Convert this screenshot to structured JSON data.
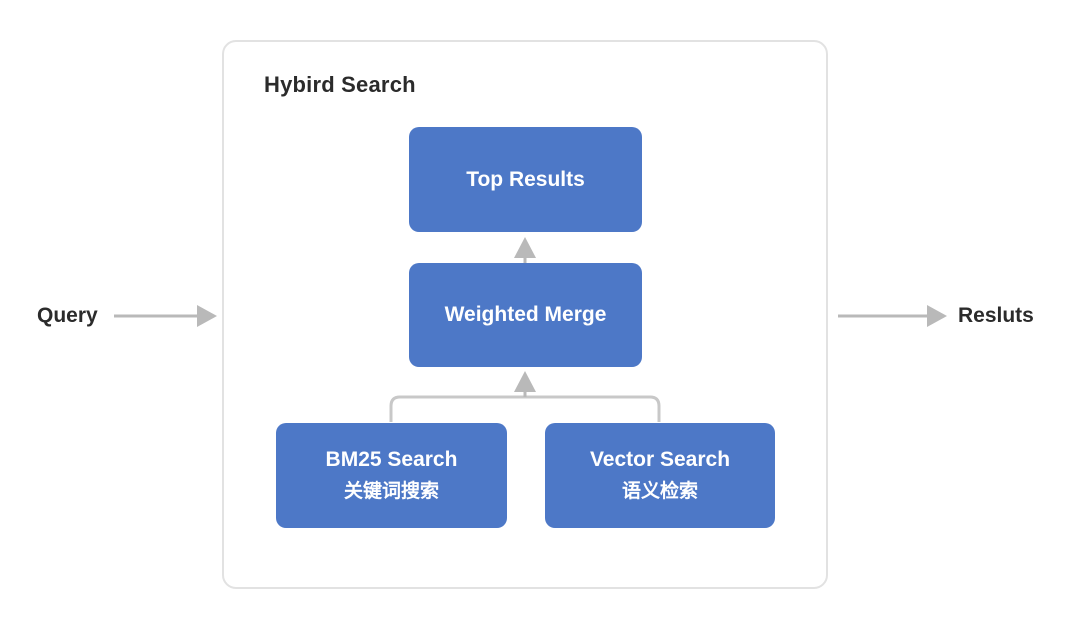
{
  "title": "Hybird Search",
  "io": {
    "input_label": "Query",
    "output_label": "Resluts"
  },
  "nodes": {
    "top_results": {
      "label": "Top Results"
    },
    "weighted_merge": {
      "label": "Weighted Merge"
    },
    "bm25": {
      "label": "BM25 Search",
      "sublabel": "关键词搜索"
    },
    "vector": {
      "label": "Vector Search",
      "sublabel": "语义检索"
    }
  },
  "colors": {
    "background": "#ffffff",
    "node_fill": "#4d78c7",
    "node_text": "#ffffff",
    "connector_gray": "#b9b9b9",
    "bracket_gray": "#c8c8c8",
    "container_border": "#e2e2e2",
    "label_text": "#2b2b2b"
  }
}
